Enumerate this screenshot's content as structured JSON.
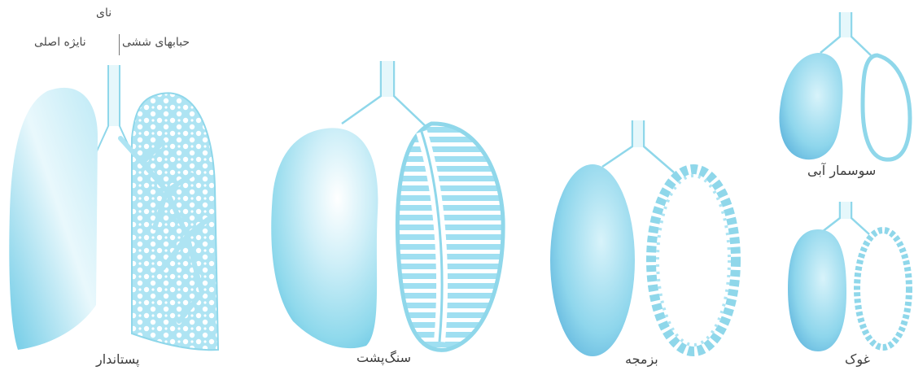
{
  "colors": {
    "lung_light": "#dff5fb",
    "lung_mid": "#8fd9ec",
    "lung_dark": "#5cc3e0",
    "lung_deep": "#4aa8d6",
    "stroke": "#7fd2e8"
  },
  "labels": {
    "trachea": "نای",
    "alveoli": "حبابهای ششی",
    "bronchus": "نایژه اصلی"
  },
  "animals": [
    {
      "id": "mammal",
      "name": "پستاندار"
    },
    {
      "id": "turtle",
      "name": "سنگ‌پشت"
    },
    {
      "id": "lizard",
      "name": "بزمجه"
    },
    {
      "id": "salamander",
      "name": "سوسمار آبی"
    },
    {
      "id": "frog",
      "name": "غوک"
    }
  ]
}
